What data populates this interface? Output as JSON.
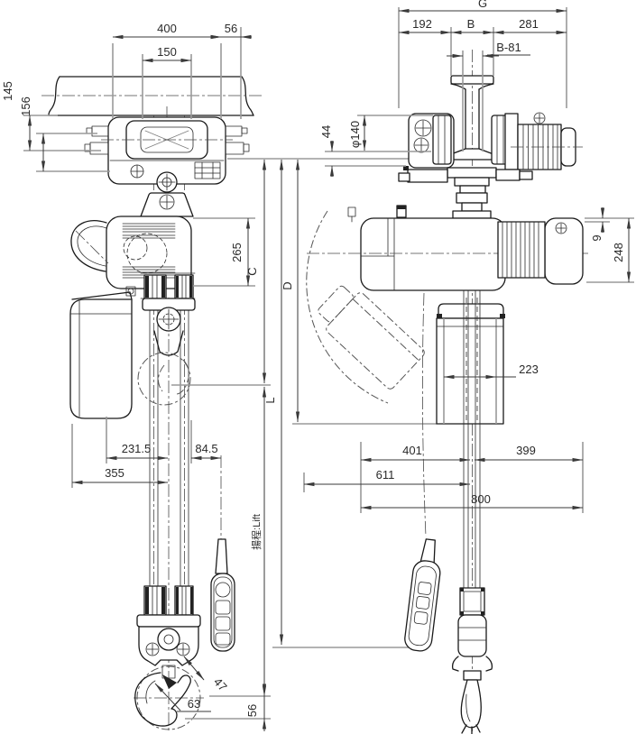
{
  "dims": {
    "front_top_400": "400",
    "front_top_56": "56",
    "front_top_150": "150",
    "front_left_145": "145",
    "front_left_156": "156",
    "front_265": "265",
    "front_C": "C",
    "front_L": "L",
    "front_D": "D",
    "front_231_5": "231.5",
    "front_84_5": "84.5",
    "front_355": "355",
    "front_47": "47",
    "front_63": "63",
    "front_56_hook": "56",
    "lift": "揚程:Lift",
    "side_G": "G",
    "side_192": "192",
    "side_B": "B",
    "side_281": "281",
    "side_B81": "B-81",
    "side_44": "44",
    "side_phi140": "φ140",
    "side_9": "9",
    "side_248": "248",
    "side_223": "223",
    "side_401": "401",
    "side_399": "399",
    "side_611": "611",
    "side_800": "800"
  },
  "colors": {
    "outline": "#1a1a1a",
    "dimension": "#3a3a3a",
    "extension": "#9a9a9a",
    "background": "#ffffff"
  }
}
